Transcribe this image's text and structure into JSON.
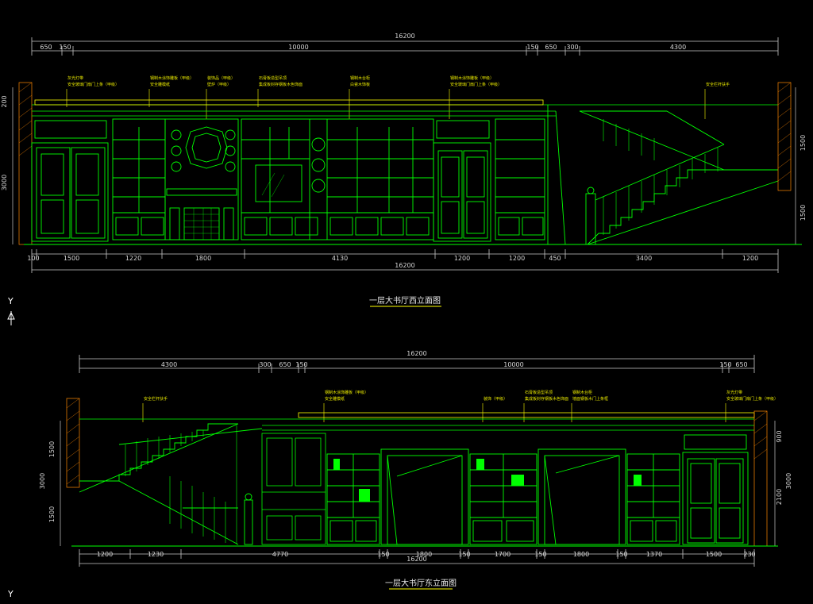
{
  "colors": {
    "background": "#000000",
    "linework": "#00ff00",
    "dimension": "#c8c8c8",
    "callout": "#ffff00",
    "wall_hatch": "#ff8800",
    "title_line": "#ffff00"
  },
  "top_elevation": {
    "title": "一层大书厅西立面图",
    "overall_top": "16200",
    "overall_bottom": "16200",
    "top_dims": [
      "650",
      "150",
      "10000",
      "150",
      "650",
      "300",
      "4300"
    ],
    "bottom_dims": [
      "100",
      "1500",
      "1220",
      "1800",
      "4130",
      "1200",
      "1200",
      "450",
      "3400",
      "1200"
    ],
    "left_dims": [
      "200",
      "3000"
    ],
    "right_dims": [
      "1500",
      "1500"
    ],
    "callouts": [
      {
        "line1": "灰光灯带",
        "line2": "安全玻璃门扇门上条（甲级）"
      },
      {
        "line1": "钢制木涂饰雕板（甲级）",
        "line2": "安全雕模纸"
      },
      {
        "line1": "装饰品（甲级）",
        "line2": "壁炉（甲级）"
      },
      {
        "line1": "石膏板造型吊顶",
        "line2": "集成板封存钢板木色饰面"
      },
      {
        "line1": "钢制木台柜",
        "line2": "白瓷木饰板"
      },
      {
        "line1": "钢制木涂饰雕板（甲级）",
        "line2": "安全玻璃门扇门上条（甲级）"
      },
      {
        "line1": "安全栏杆扶手",
        "line2": ""
      }
    ]
  },
  "bottom_elevation": {
    "title": "一层大书厅东立面图",
    "overall_top": "16200",
    "overall_bottom": "16200",
    "top_dims": [
      "4300",
      "300",
      "650",
      "150",
      "10000",
      "150",
      "650"
    ],
    "bottom_dims": [
      "1200",
      "1230",
      "4770",
      "150",
      "1800",
      "150",
      "1700",
      "150",
      "1800",
      "150",
      "1370",
      "1500",
      "230"
    ],
    "left_dims": [
      "1500",
      "3000",
      "1500"
    ],
    "right_dims": [
      "900",
      "3000",
      "2100"
    ],
    "callouts": [
      {
        "line1": "安全栏杆扶手",
        "line2": ""
      },
      {
        "line1": "钢制木涂饰雕板（甲级）",
        "line2": "安全雕模纸"
      },
      {
        "line1": "装饰（甲级）",
        "line2": ""
      },
      {
        "line1": "石膏板造型吊顶",
        "line2": "集成板封存钢板木色饰面"
      },
      {
        "line1": "钢制木台柜",
        "line2": "墙面钢板木门上条框"
      },
      {
        "line1": "灰光灯带",
        "line2": "安全玻璃门扇门上条（甲级）"
      }
    ]
  },
  "ucs_labels": {
    "y_top": "Y",
    "y_bottom": "Y"
  }
}
